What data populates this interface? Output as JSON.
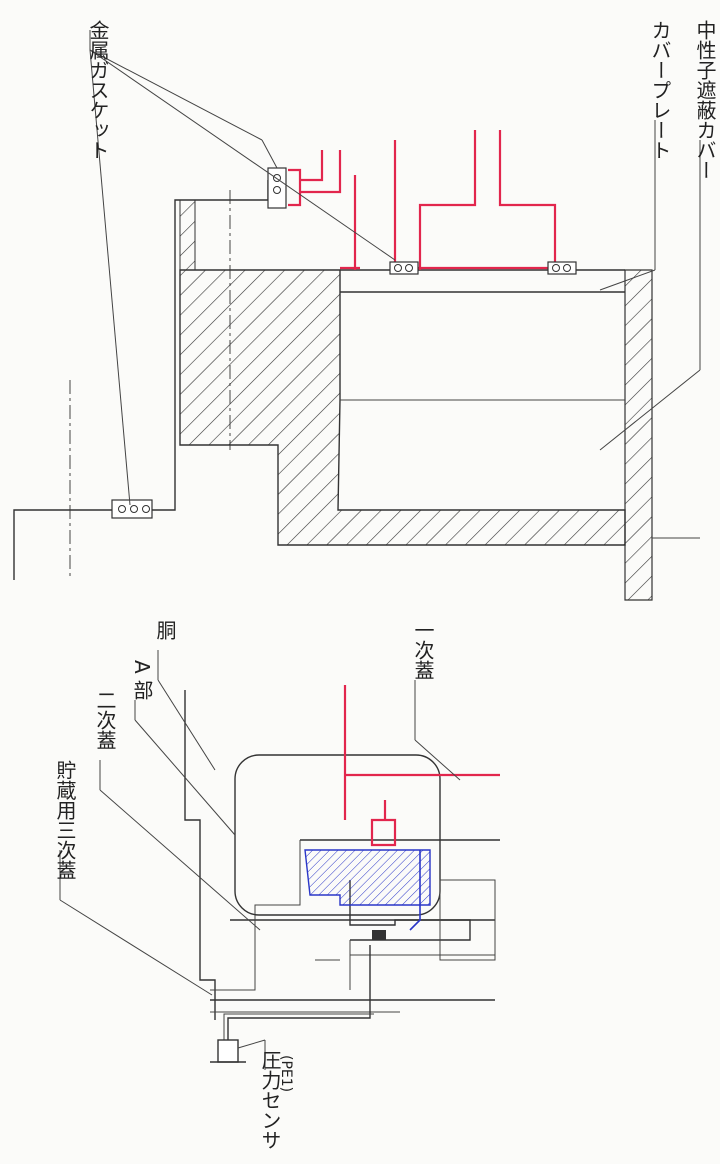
{
  "colors": {
    "line": "#333333",
    "primary_lid_highlight": "#e2264d",
    "shield_highlight": "#2a36c8",
    "background": "#fbfbf9"
  },
  "labels": {
    "metal_gasket": "金属ガスケット",
    "cover_plate": "カバープレート",
    "neutron_shield_cover": "中性子遮蔽カバー",
    "body": "胴",
    "part_a": "A 部",
    "primary_lid": "一次蓋",
    "secondary_lid": "二次蓋",
    "storage_tertiary_lid": "貯蔵用三次蓋",
    "pressure_sensor_tag": "(PE1)",
    "pressure_sensor": "圧力センサ"
  }
}
